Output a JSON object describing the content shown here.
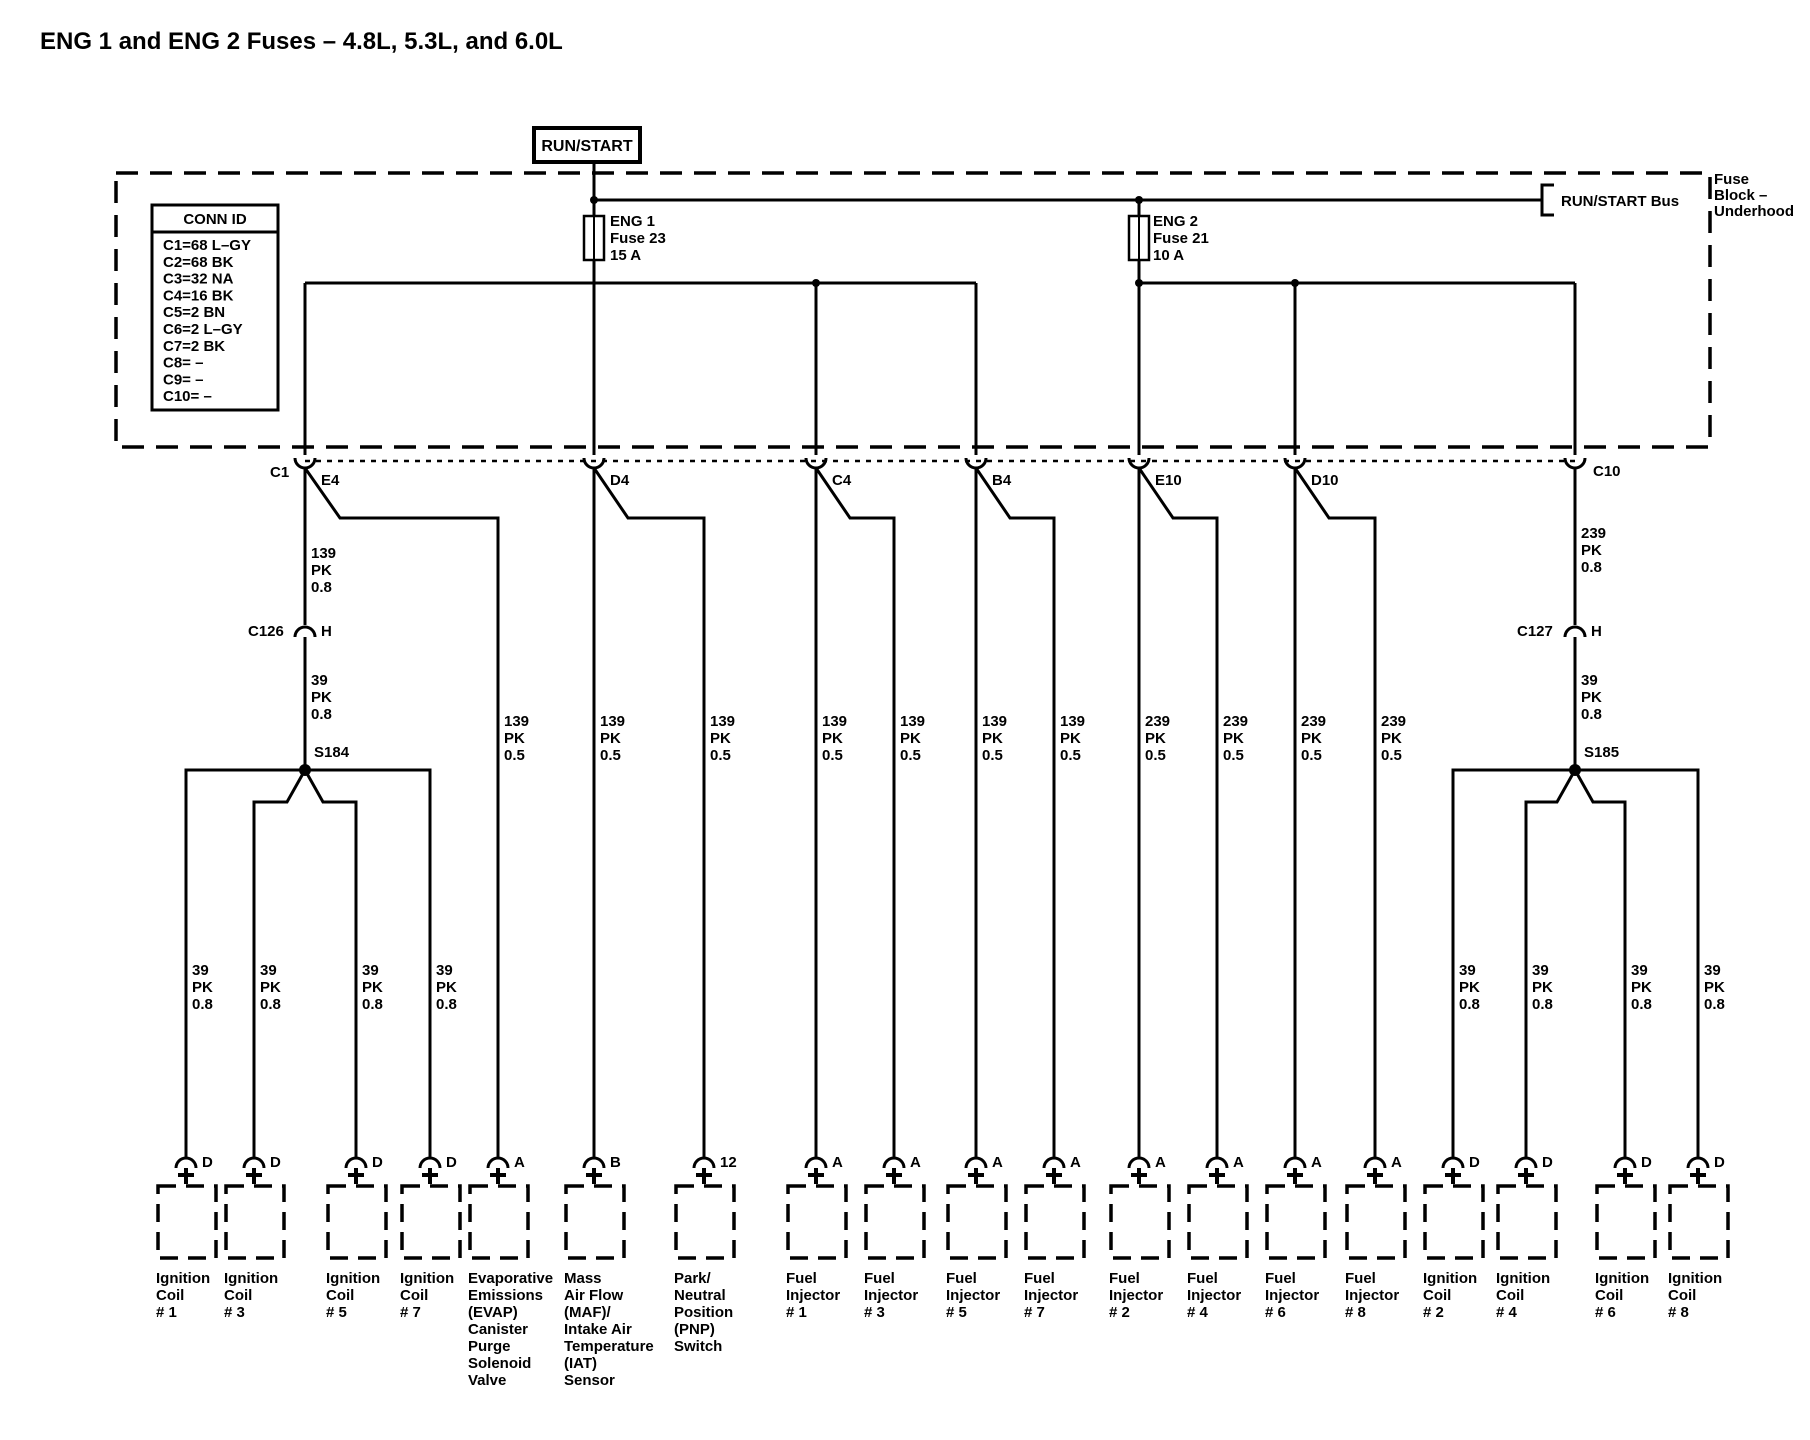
{
  "title": "ENG 1 and ENG 2 Fuses – 4.8L, 5.3L, and 6.0L",
  "run_start": "RUN/START",
  "run_start_bus": "RUN/START Bus",
  "fuse_block": [
    "Fuse",
    "Block –",
    "Underhood"
  ],
  "conn_id": {
    "title": "CONN ID",
    "lines": [
      "C1=68 L–GY",
      "C2=68 BK",
      "C3=32 NA",
      "C4=16 BK",
      "C5=2 BN",
      "C6=2 L–GY",
      "C7=2 BK",
      "C8= –",
      "C9= –",
      "C10= –"
    ]
  },
  "fuses": [
    {
      "name": "ENG 1",
      "fuse": "Fuse 23",
      "rating": "15 A"
    },
    {
      "name": "ENG 2",
      "fuse": "Fuse 21",
      "rating": "10 A"
    }
  ],
  "connectors": {
    "c1": "C1",
    "c10": "C10",
    "c126": "C126",
    "c127": "C127",
    "h": "H",
    "pins": [
      "E4",
      "D4",
      "C4",
      "B4",
      "E10",
      "D10"
    ]
  },
  "splices": [
    "S184",
    "S185"
  ],
  "wires": [
    {
      "c": "139",
      "col": "PK",
      "s": "0.8"
    },
    {
      "c": "39",
      "col": "PK",
      "s": "0.8"
    },
    {
      "c": "239",
      "col": "PK",
      "s": "0.8"
    },
    {
      "c": "39",
      "col": "PK",
      "s": "0.8"
    },
    {
      "c": "139",
      "col": "PK",
      "s": "0.5"
    },
    {
      "c": "139",
      "col": "PK",
      "s": "0.5"
    },
    {
      "c": "139",
      "col": "PK",
      "s": "0.5"
    },
    {
      "c": "139",
      "col": "PK",
      "s": "0.5"
    },
    {
      "c": "139",
      "col": "PK",
      "s": "0.5"
    },
    {
      "c": "139",
      "col": "PK",
      "s": "0.5"
    },
    {
      "c": "139",
      "col": "PK",
      "s": "0.5"
    },
    {
      "c": "239",
      "col": "PK",
      "s": "0.5"
    },
    {
      "c": "239",
      "col": "PK",
      "s": "0.5"
    },
    {
      "c": "239",
      "col": "PK",
      "s": "0.5"
    },
    {
      "c": "239",
      "col": "PK",
      "s": "0.5"
    },
    {
      "c": "39",
      "col": "PK",
      "s": "0.8"
    },
    {
      "c": "39",
      "col": "PK",
      "s": "0.8"
    },
    {
      "c": "39",
      "col": "PK",
      "s": "0.8"
    },
    {
      "c": "39",
      "col": "PK",
      "s": "0.8"
    },
    {
      "c": "39",
      "col": "PK",
      "s": "0.8"
    },
    {
      "c": "39",
      "col": "PK",
      "s": "0.8"
    },
    {
      "c": "39",
      "col": "PK",
      "s": "0.8"
    },
    {
      "c": "39",
      "col": "PK",
      "s": "0.8"
    }
  ],
  "components": [
    {
      "pin": "D",
      "lines": [
        "Ignition",
        "Coil",
        "# 1"
      ]
    },
    {
      "pin": "D",
      "lines": [
        "Ignition",
        "Coil",
        "# 3"
      ]
    },
    {
      "pin": "D",
      "lines": [
        "Ignition",
        "Coil",
        "# 5"
      ]
    },
    {
      "pin": "D",
      "lines": [
        "Ignition",
        "Coil",
        "# 7"
      ]
    },
    {
      "pin": "A",
      "lines": [
        "Evaporative",
        "Emissions",
        "(EVAP)",
        "Canister",
        "Purge",
        "Solenoid",
        "Valve"
      ]
    },
    {
      "pin": "B",
      "lines": [
        "Mass",
        "Air Flow",
        "(MAF)/",
        "Intake Air",
        "Temperature",
        "(IAT)",
        "Sensor"
      ]
    },
    {
      "pin": "12",
      "lines": [
        "Park/",
        "Neutral",
        "Position",
        "(PNP)",
        "Switch"
      ]
    },
    {
      "pin": "A",
      "lines": [
        "Fuel",
        "Injector",
        "# 1"
      ]
    },
    {
      "pin": "A",
      "lines": [
        "Fuel",
        "Injector",
        "# 3"
      ]
    },
    {
      "pin": "A",
      "lines": [
        "Fuel",
        "Injector",
        "# 5"
      ]
    },
    {
      "pin": "A",
      "lines": [
        "Fuel",
        "Injector",
        "# 7"
      ]
    },
    {
      "pin": "A",
      "lines": [
        "Fuel",
        "Injector",
        "# 2"
      ]
    },
    {
      "pin": "A",
      "lines": [
        "Fuel",
        "Injector",
        "# 4"
      ]
    },
    {
      "pin": "A",
      "lines": [
        "Fuel",
        "Injector",
        "# 6"
      ]
    },
    {
      "pin": "A",
      "lines": [
        "Fuel",
        "Injector",
        "# 8"
      ]
    },
    {
      "pin": "D",
      "lines": [
        "Ignition",
        "Coil",
        "# 2"
      ]
    },
    {
      "pin": "D",
      "lines": [
        "Ignition",
        "Coil",
        "# 4"
      ]
    },
    {
      "pin": "D",
      "lines": [
        "Ignition",
        "Coil",
        "# 6"
      ]
    },
    {
      "pin": "D",
      "lines": [
        "Ignition",
        "Coil",
        "# 8"
      ]
    }
  ]
}
